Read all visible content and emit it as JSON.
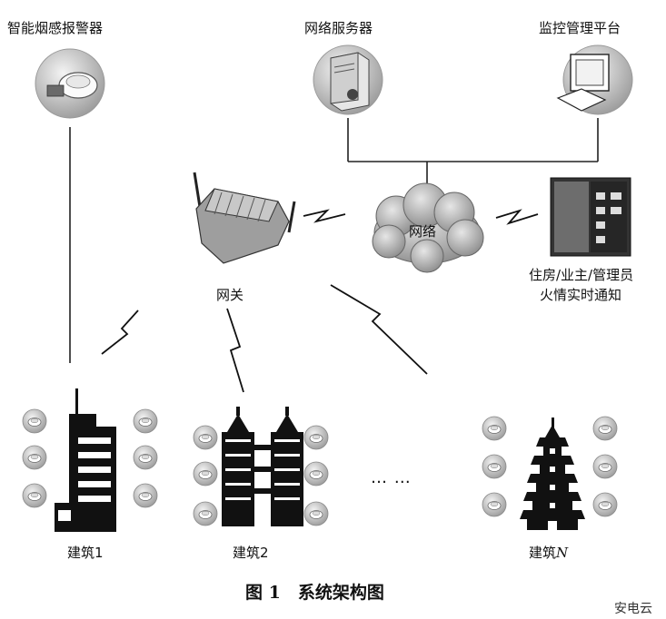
{
  "labels": {
    "smoke_alarm": "智能烟感报警器",
    "server": "网络服务器",
    "platform": "监控管理平台",
    "network": "网络",
    "gateway": "网关",
    "notify_line1": "住房/业主/管理员",
    "notify_line2": "火情实时通知",
    "building1": "建筑1",
    "building2": "建筑2",
    "buildingN_prefix": "建筑",
    "buildingN_suffix": "N",
    "ellipsis": "… …"
  },
  "caption": "图 1　系统架构图",
  "watermark": "安电云"
}
